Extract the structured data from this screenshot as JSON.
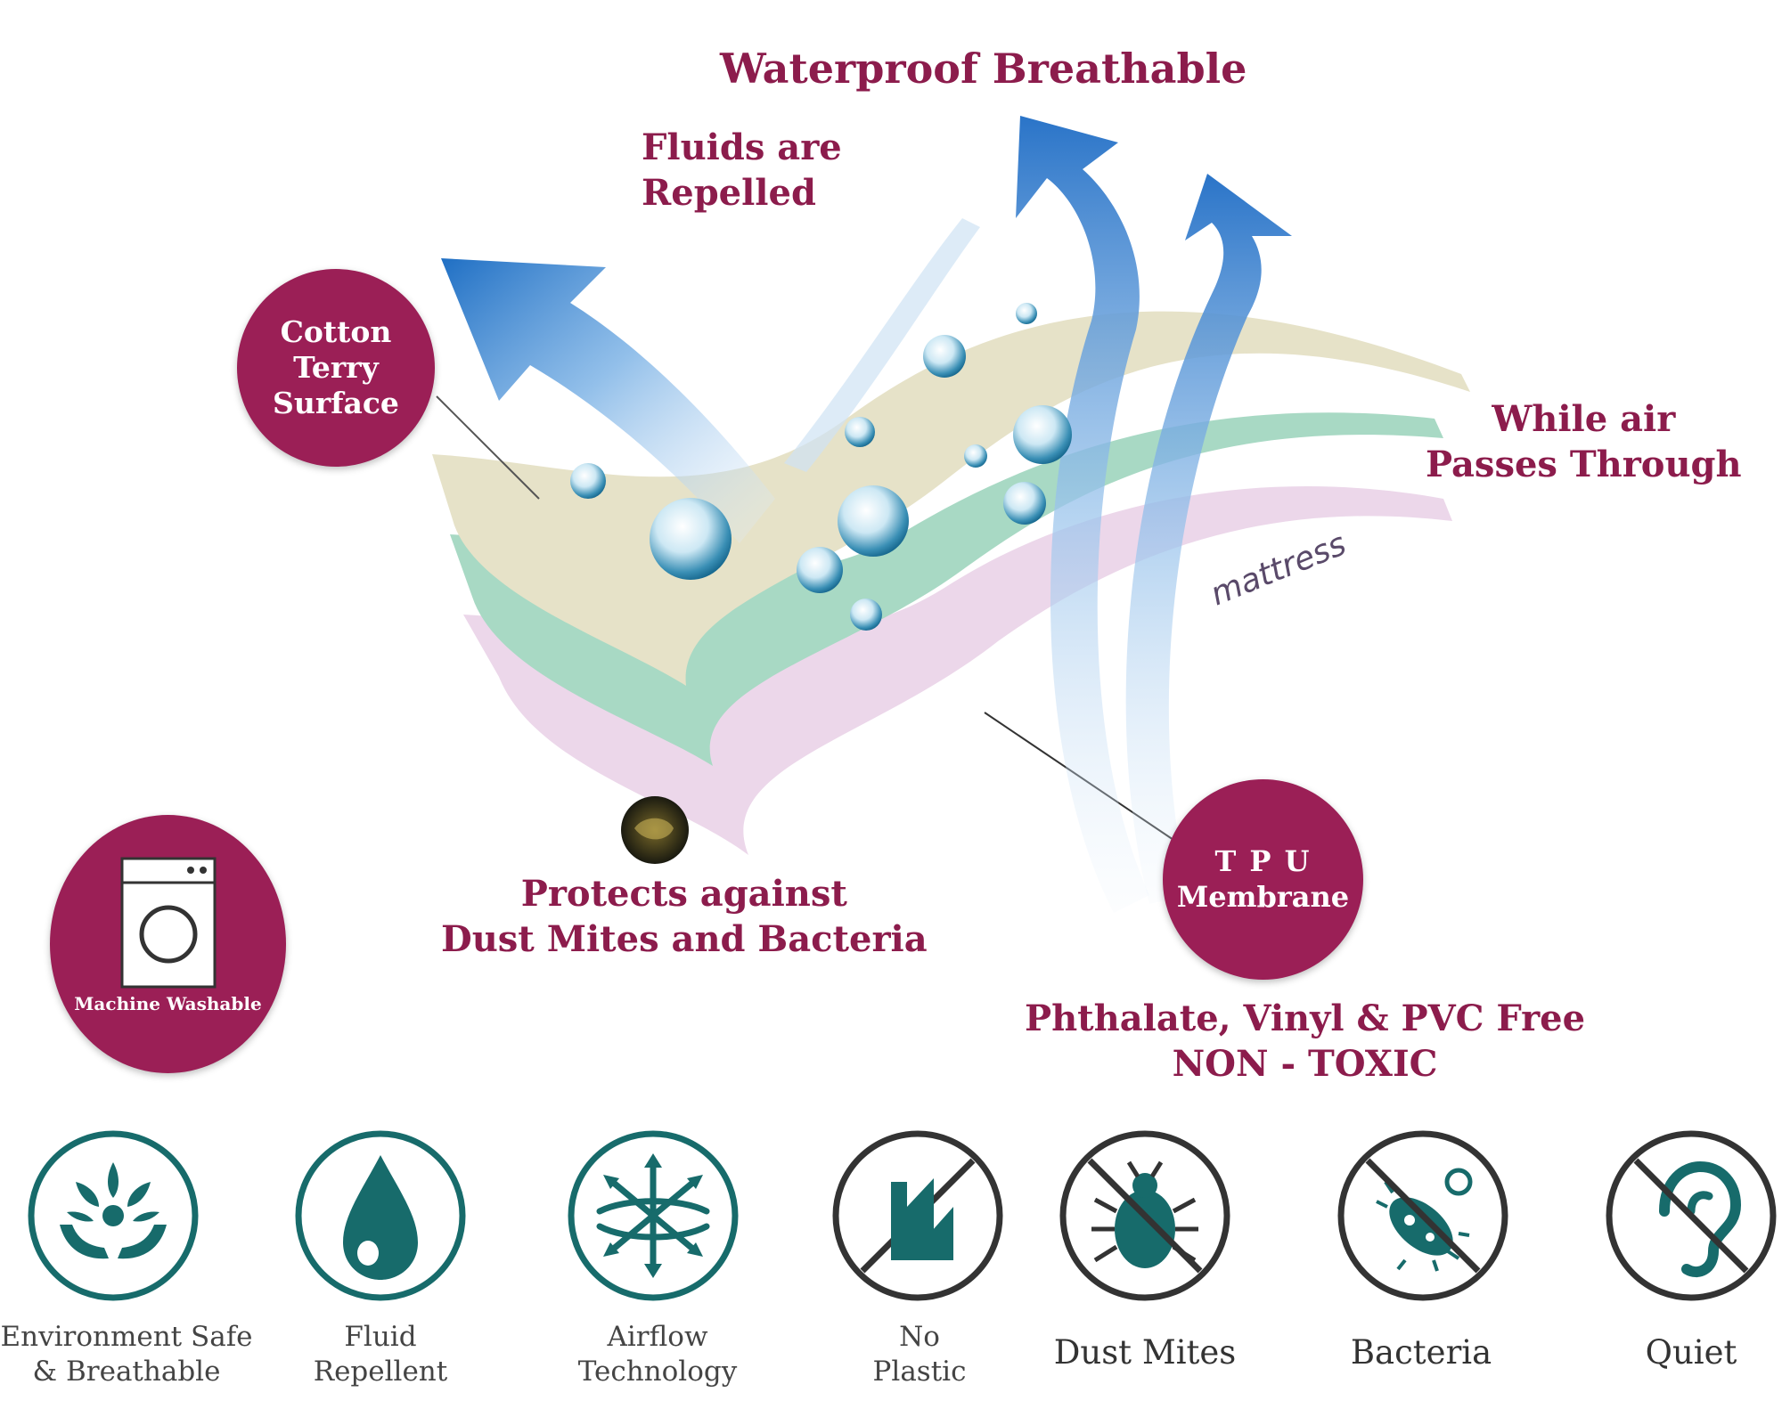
{
  "title": "Waterproof Breathable",
  "fluids_label": [
    "Fluids are",
    "Repelled"
  ],
  "air_label": [
    "While air",
    "Passes Through"
  ],
  "layer_label": "mattress",
  "protect_label": [
    "Protects against",
    "Dust Mites and Bacteria"
  ],
  "free_label": [
    "Phthalate, Vinyl & PVC Free",
    "NON - TOXIC"
  ],
  "badges": {
    "cotton": [
      "Cotton",
      "Terry",
      "Surface"
    ],
    "tpu": [
      "T P U",
      "Membrane"
    ],
    "washable": "Machine Washable"
  },
  "icons": [
    {
      "name": "leaf-hands-icon",
      "label": [
        "Environment Safe",
        "& Breathable"
      ]
    },
    {
      "name": "water-drop-icon",
      "label": [
        "Fluid",
        "Repellent"
      ]
    },
    {
      "name": "airflow-icon",
      "label": [
        "Airflow",
        "Technology"
      ]
    },
    {
      "name": "no-plastic-icon",
      "label": [
        "No",
        "Plastic"
      ]
    },
    {
      "name": "no-dust-mites-icon",
      "label": [
        "Dust Mites"
      ]
    },
    {
      "name": "no-bacteria-icon",
      "label": [
        "Bacteria"
      ]
    },
    {
      "name": "quiet-icon",
      "label": [
        "Quiet"
      ]
    }
  ],
  "colors": {
    "maroon": "#8c1c4c",
    "badge": "#9b1f56",
    "teal": "#176b6b",
    "arrow_blue": "#2f7fcf"
  }
}
